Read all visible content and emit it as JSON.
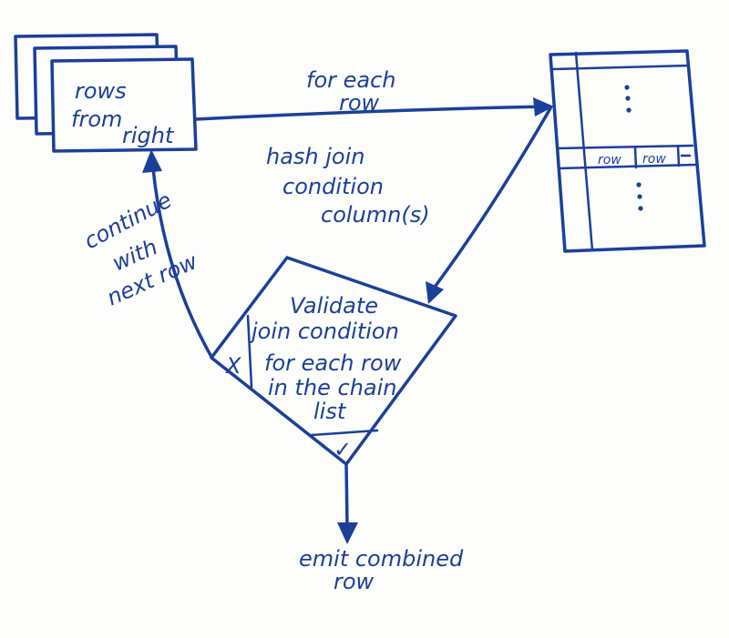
{
  "stack": {
    "line1": "rows",
    "line2": "from",
    "line3": "right"
  },
  "top_edge": {
    "line1": "for each",
    "line2": "row"
  },
  "hash_label": {
    "line1": "hash join",
    "line2": "condition",
    "line3": "column(s)"
  },
  "table": {
    "cell1": "row",
    "cell2": "row"
  },
  "loop_edge": {
    "line1": "continue",
    "line2": "with",
    "line3": "next row"
  },
  "decision": {
    "line1": "Validate",
    "line2": "join condition",
    "line3": "for each row",
    "line4": "in the chain",
    "line5": "list",
    "fail_mark": "X",
    "pass_mark": "✓"
  },
  "output": {
    "line1": "emit combined",
    "line2": "row"
  },
  "colors": {
    "ink": "#1b3f9a",
    "paper": "#fdfdfb"
  }
}
